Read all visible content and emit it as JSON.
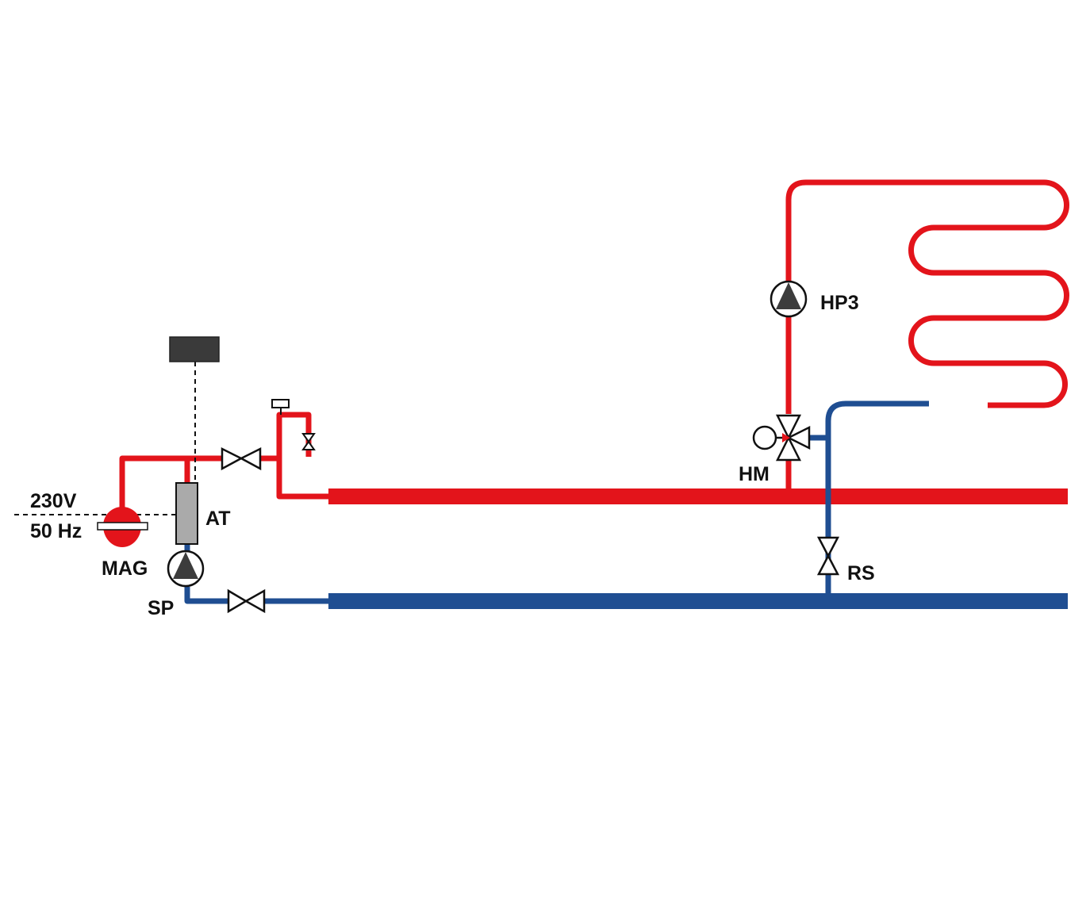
{
  "colors": {
    "supply": "#e3141b",
    "return": "#1f4e92",
    "outline": "#111111",
    "pump_triangle": "#3c3c3c",
    "controller": "#3a3a3a",
    "tank": "#aaaaaa"
  },
  "labels": {
    "voltage": "230V",
    "frequency": "50 Hz",
    "expansion_vessel": "MAG",
    "heat_source": "AT",
    "source_pump": "SP",
    "circuit_pump": "HP3",
    "mixing_valve": "HM",
    "bypass_valve": "RS"
  }
}
